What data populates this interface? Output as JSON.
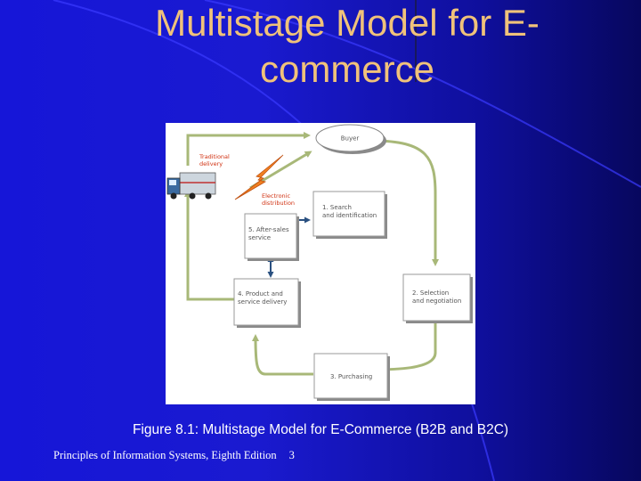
{
  "title": {
    "line1": "Multistage Model for E-",
    "line2": "commerce"
  },
  "diagram": {
    "buyer": "Buyer",
    "traditional_delivery": [
      "Traditional",
      "delivery"
    ],
    "electronic_distribution": [
      "Electronic",
      "distribution"
    ],
    "stage1": [
      "1. Search",
      "and identification"
    ],
    "stage2": [
      "2. Selection",
      "and negotiation"
    ],
    "stage3": [
      "3. Purchasing"
    ],
    "stage4": [
      "4. Product and",
      "service delivery"
    ],
    "stage5": [
      "5. After-sales",
      "service"
    ]
  },
  "caption": "Figure 8.1: Multistage Model for E-Commerce (B2B and B2C)",
  "footer": {
    "text": "Principles of Information Systems, Eighth Edition",
    "page": "3"
  },
  "colors": {
    "title": "#f0c27a",
    "background": "#1616d8",
    "arrow": "#a8b878",
    "lightning": "#f08020"
  }
}
